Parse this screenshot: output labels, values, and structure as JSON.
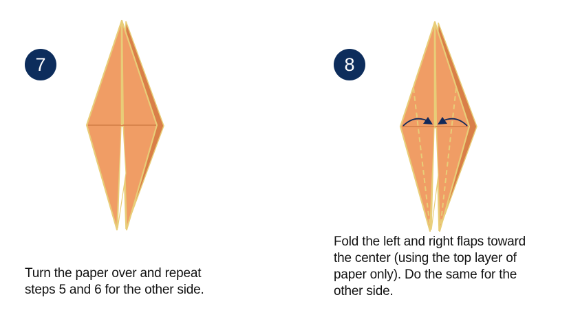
{
  "colors": {
    "badge": "#0d2d5c",
    "paper_front": "#f09d65",
    "paper_back": "#d97f48",
    "paper_edge": "#e8cd78",
    "crease": "#d9854d",
    "arrow": "#12295a",
    "text": "#111111"
  },
  "steps": [
    {
      "number": "7",
      "caption_lines": [
        "Turn the paper over and repeat",
        "steps 5 and 6 for the other side."
      ],
      "figure": "kite-base-folded"
    },
    {
      "number": "8",
      "caption_lines": [
        "Fold the left and right flaps toward",
        "the center (using the top layer of",
        "paper only). Do the same for the",
        "other side."
      ],
      "figure": "kite-base-with-fold-arrows",
      "icons": [
        "curved-arrow-right-icon",
        "curved-arrow-left-icon"
      ]
    }
  ]
}
